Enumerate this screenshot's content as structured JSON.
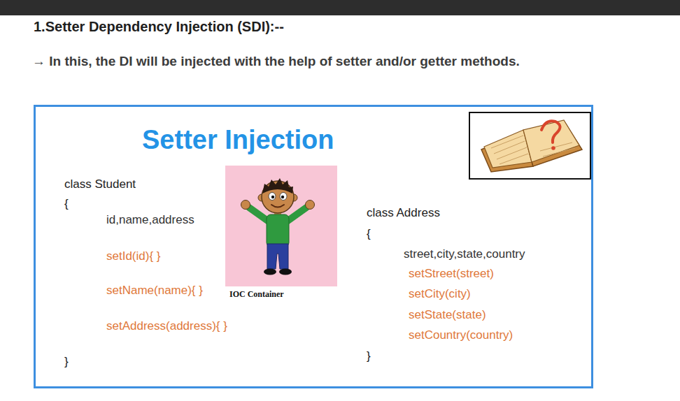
{
  "diagram": {
    "title": "1.Setter Dependency Injection (SDI):--",
    "nodes": [
      {
        "text": [
          "Setter Injection"
        ]
      },
      {
        "text": [
          "IOC Container"
        ],
        "in": 0
      }
    ],
    "labels": [
      "→ In this, the DI will be injected with the help of setter and/or getter methods.",
      "class Student",
      "{",
      "id,name,address",
      "setId(id){ }",
      "setName(name){ }",
      "setAddress(address){ }",
      "}",
      "class Address",
      "{",
      "street,city,state,country",
      "setStreet(street)",
      "setCity(city)",
      "setState(state)",
      "setCountry(country)",
      "}"
    ]
  }
}
